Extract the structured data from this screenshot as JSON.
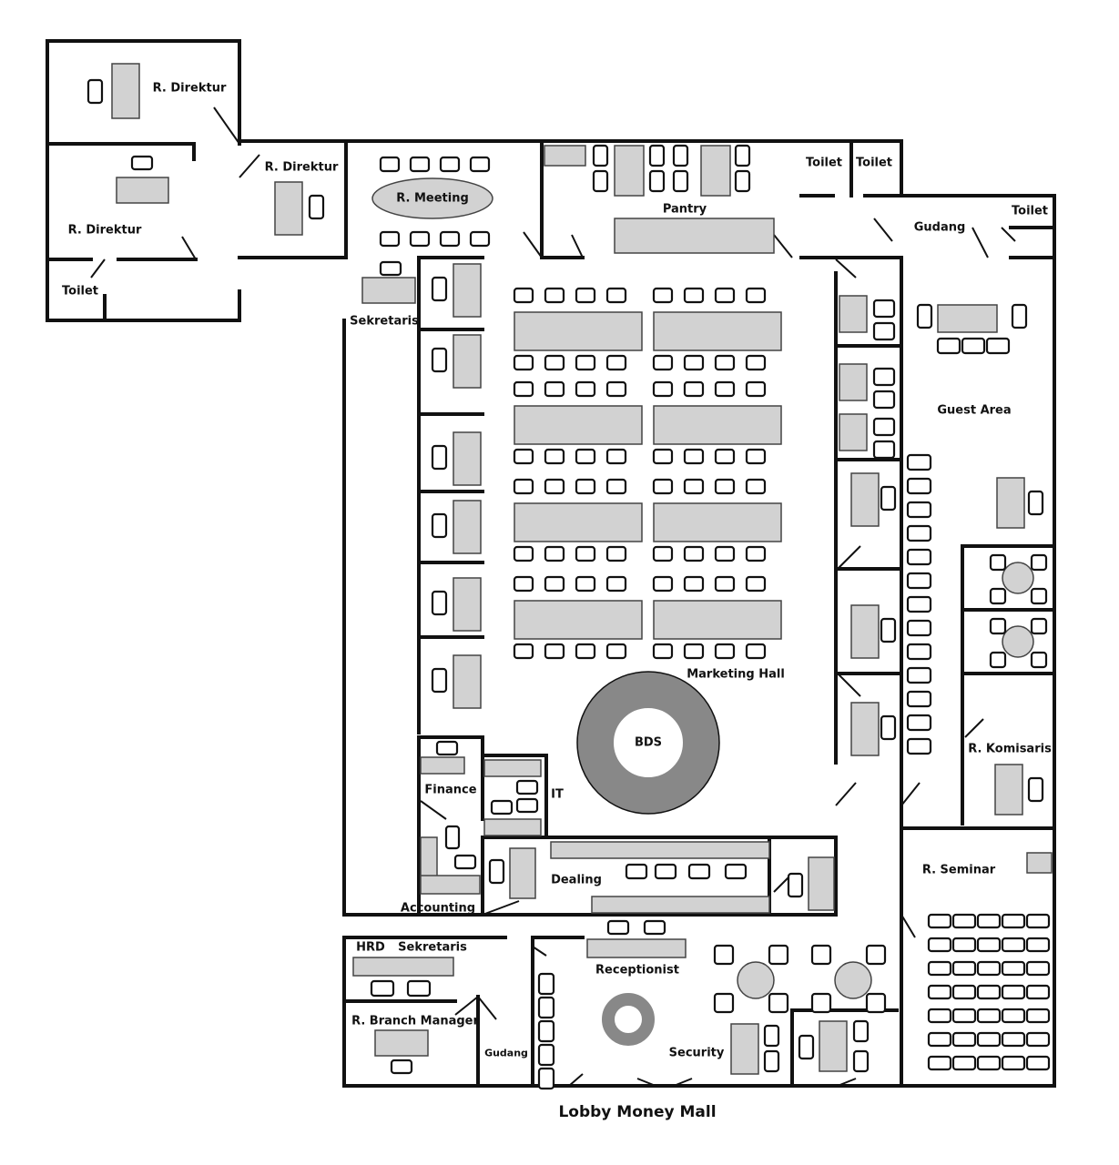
{
  "title": "Lobby Money Mall",
  "rooms": {
    "direktur_1": "R. Direktur",
    "direktur_2": "R. Direktur",
    "direktur_3": "R. Direktur",
    "toilet_left": "Toilet",
    "meeting": "R. Meeting",
    "pantry": "Pantry",
    "toilet_a": "Toilet",
    "toilet_b": "Toilet",
    "gudang_top": "Gudang",
    "toilet_right": "Toilet",
    "sekretaris_top": "Sekretaris",
    "guest_area": "Guest Area",
    "marketing_hall": "Marketing Hall",
    "bds": "BDS",
    "komisaris": "R. Komisaris",
    "finance": "Finance",
    "it": "IT",
    "dealing": "Dealing",
    "seminar": "R. Seminar",
    "accounting": "Accounting",
    "hrd": "HRD",
    "sekretaris_bottom": "Sekretaris",
    "receptionist": "Receptionist",
    "branch_manager": "R. Branch Manager",
    "gudang_bottom": "Gudang",
    "security": "Security"
  }
}
